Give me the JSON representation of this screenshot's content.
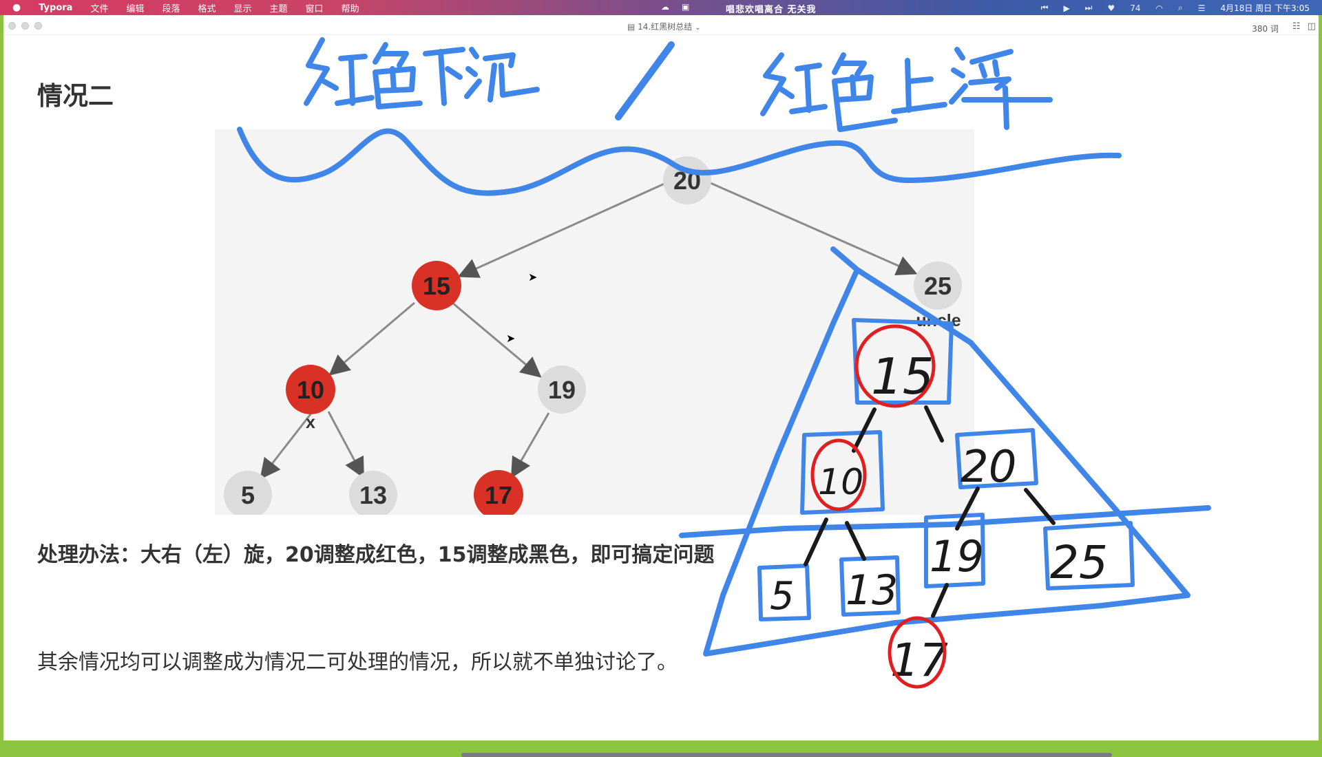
{
  "menubar": {
    "apple": "",
    "app": "Typora",
    "menus": [
      "文件",
      "编辑",
      "段落",
      "格式",
      "显示",
      "主题",
      "窗口",
      "帮助"
    ],
    "now_playing": "唱悲欢唱离合 无关我",
    "battery_text": "74",
    "datetime": "4月18日 周日 下午3:05"
  },
  "window": {
    "doc_title": "14.红黑树总结",
    "word_count": "380 词"
  },
  "content": {
    "heading": "情况二",
    "solution": "处理办法：大右（左）旋，20调整成红色，15调整成黑色，即可搞定问题",
    "remark": "其余情况均可以调整成为情况二可处理的情况，所以就不单独讨论了。"
  },
  "figure": {
    "nodes": [
      {
        "id": "n20",
        "label": "20",
        "color": "black"
      },
      {
        "id": "n15",
        "label": "15",
        "color": "red"
      },
      {
        "id": "n25",
        "label": "25",
        "color": "black",
        "caption": "uncle"
      },
      {
        "id": "n10",
        "label": "10",
        "color": "red",
        "caption": "x"
      },
      {
        "id": "n19",
        "label": "19",
        "color": "black"
      },
      {
        "id": "n5",
        "label": "5",
        "color": "black"
      },
      {
        "id": "n13",
        "label": "13",
        "color": "black"
      },
      {
        "id": "n17",
        "label": "17",
        "color": "red"
      }
    ],
    "colors": {
      "red": "#d93126",
      "gray": "#dcdcdc",
      "edge": "#8a8a8a"
    }
  },
  "annotations": {
    "handwritten_title_left": "红色下沉",
    "handwritten_title_right": "红色上浮",
    "sketch_tree_nodes": [
      "15",
      "10",
      "20",
      "5",
      "13",
      "19",
      "25",
      "17"
    ],
    "ink_blue": "#3f86e8",
    "ink_red": "#e02020",
    "ink_black": "#1a1a1a"
  }
}
